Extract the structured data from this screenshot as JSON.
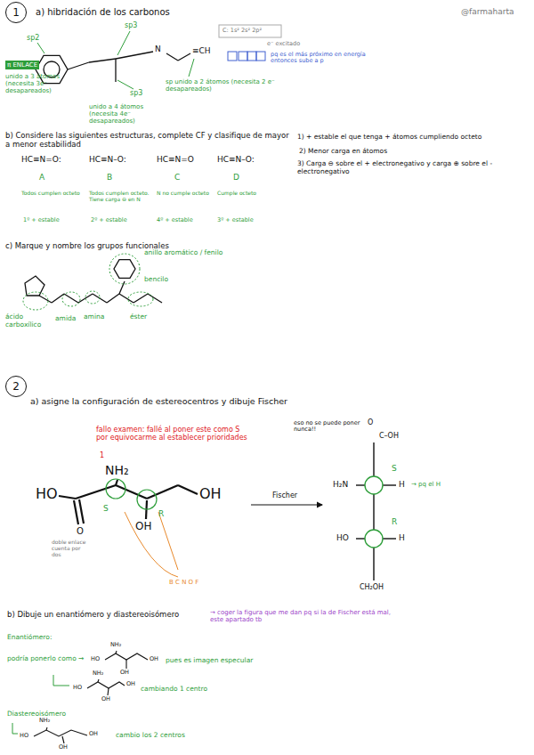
{
  "diagram": {
    "nodes": [
      {
        "text": [
          "1"
        ]
      },
      {
        "text": [
          "2"
        ]
      }
    ],
    "labels": [
      "a) hibridación de los carbonos",
      "@farmaharta",
      "sp2",
      "sp3",
      "sp3",
      "π ENLACE",
      "unido a 3 átomos (necesita 3e⁻ desapareados)",
      "unido a 4 átomos (necesita 4e⁻ desapareados)",
      "sp unido a 2 átomos (necesita 2 e⁻ desapareados)",
      "C: 1s² 2s² 2p²",
      "e⁻ excitado",
      "pq es el más próximo en energía entonces sube a p",
      "N",
      "≡CH",
      "b) Considere las siguientes estructuras, complete CF y clasifique de mayor a menor estabilidad",
      "1) + estable el que tenga + átomos cumpliendo octeto",
      "2) Menor carga en átomos",
      "3) Carga ⊖ sobre el + electronegativo y carga ⊕ sobre el - electronegativo",
      "HC≡N=O:",
      "A",
      "HC≡N–O:",
      "B",
      "HC≡N=O",
      "C",
      "HC≡N–O:",
      "D",
      "Todos cumplen octeto",
      "1º + estable",
      "Todos cumplen octeto. Tiene carga ⊖ en N",
      "2º + estable",
      "N no cumple octeto",
      "4º + estable",
      "Cumple octeto",
      "3º + estable",
      "c) Marque y nombre los grupos funcionales",
      "anillo aromático / fenilo",
      "bencilo",
      "ácido carboxílico",
      "amida",
      "amina",
      "éster",
      "a) asigne la configuración de estereocentros y dibuje Fischer",
      "eso no se puede poner nunca!!",
      "fallo examen: fallé al poner este como S por equivocarme al establecer prioridades",
      "HO",
      "NH₂",
      "OH",
      "OH",
      "O",
      "1",
      "S",
      "R",
      "doble enlace cuenta por dos",
      "B C N O F",
      "Fischer",
      "O",
      "C–OH",
      "H₂N",
      "H",
      "HO",
      "H",
      "CH₂OH",
      "S",
      "R",
      "→ pq el H",
      "b) Dibuje un enantiómero y diastereoisómero",
      "→ coger la figura que me dan pq si la de Fischer está mal, este apartado tb",
      "Enantiómero:",
      "podría ponerlo como →",
      "pues es imagen especular",
      "cambiando 1 centro",
      "Diastereoisómero",
      "cambio los 2 centros",
      "HO",
      "NH₂",
      "OH",
      "OH",
      "HO",
      "NH₂",
      "OH",
      "OH",
      "HO",
      "NH₂",
      "OH",
      "OH"
    ]
  }
}
